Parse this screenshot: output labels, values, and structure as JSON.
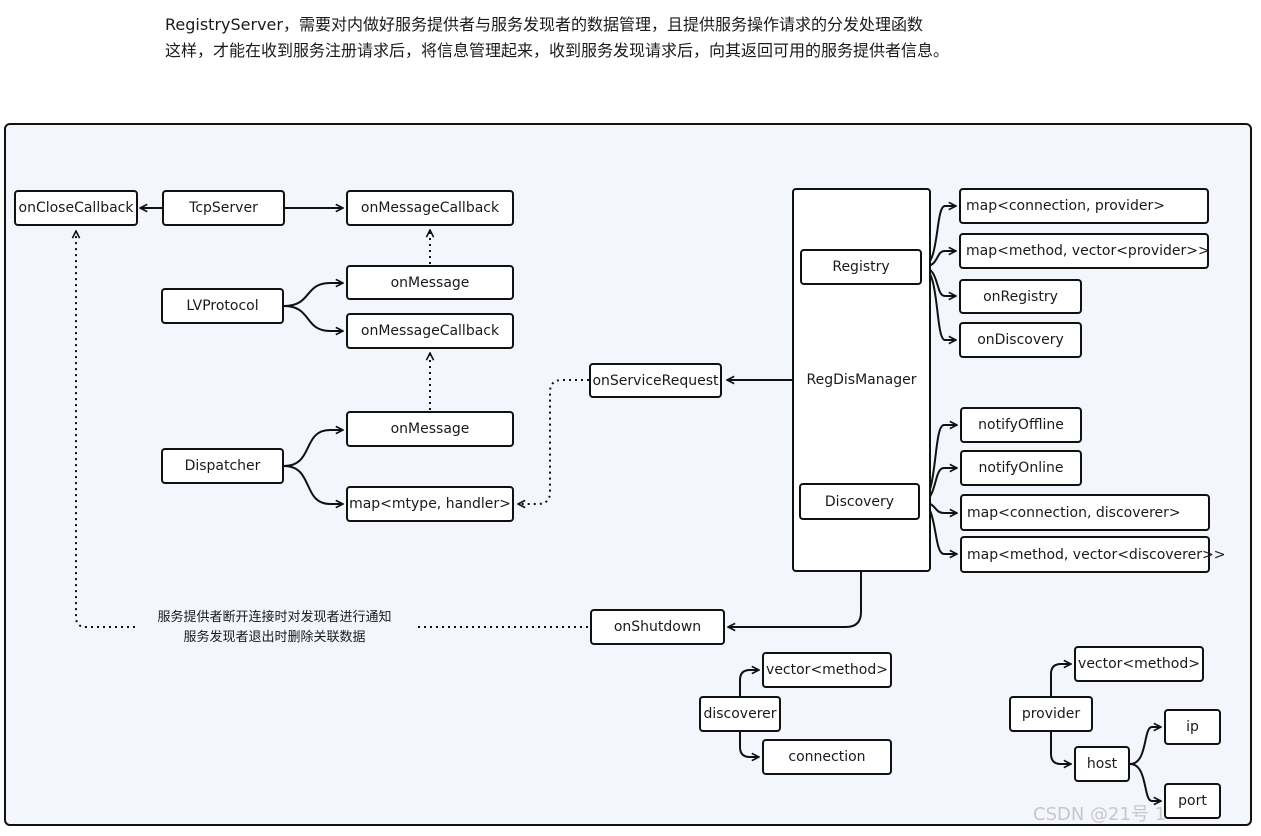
{
  "intro": {
    "line1": "RegistryServer，需要对内做好服务提供者与服务发现者的数据管理，且提供服务操作请求的分发处理函数",
    "line2": "这样，才能在收到服务注册请求后，将信息管理起来，收到服务发现请求后，向其返回可用的服务提供者信息。"
  },
  "nodes": {
    "onCloseCallback": "onCloseCallback",
    "tcpServer": "TcpServer",
    "onMessageCallback1": "onMessageCallback",
    "lvProtocol": "LVProtocol",
    "onMessage1": "onMessage",
    "onMessageCallback2": "onMessageCallback",
    "dispatcher": "Dispatcher",
    "onMessage2": "onMessage",
    "mapMtypeHandler": "map<mtype, handler>",
    "onServiceRequest": "onServiceRequest",
    "regDisManager": "RegDisManager",
    "registry": "Registry",
    "discovery": "Discovery",
    "mapConnProvider": "map<connection, provider>",
    "mapMethodProvider": "map<method, vector<provider>>",
    "onRegistry": "onRegistry",
    "onDiscovery": "onDiscovery",
    "notifyOffline": "notifyOffline",
    "notifyOnline": "notifyOnline",
    "mapConnDiscoverer": "map<connection, discoverer>",
    "mapMethodDiscoverer": "map<method, vector<discoverer>>",
    "onShutdown": "onShutdown",
    "discoverer": "discoverer",
    "vectorMethod1": "vector<method>",
    "connection": "connection",
    "provider": "provider",
    "vectorMethod2": "vector<method>",
    "host": "host",
    "ip": "ip",
    "port": "port"
  },
  "note": {
    "line1": "服务提供者断开连接时对发现者进行通知",
    "line2": "服务发现者退出时删除关联数据"
  },
  "watermark": "CSDN @21号   1"
}
